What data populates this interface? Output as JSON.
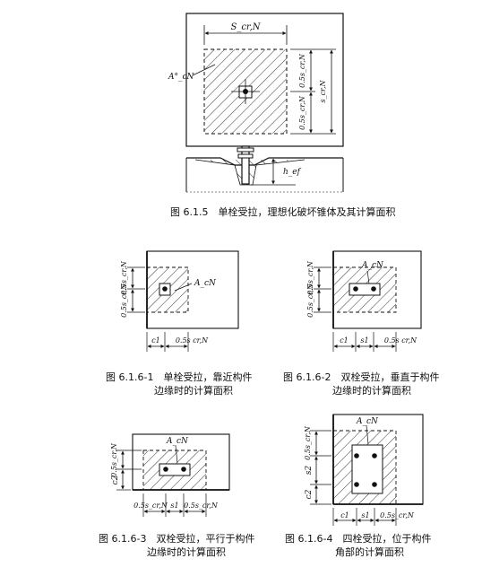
{
  "figure_main": {
    "caption": "图 6.1.5　单栓受拉，理想化破坏锥体及其计算面积",
    "label_scr": "S_cr,N",
    "label_area": "A°_cN",
    "label_half_top": "0.5s_cr,N",
    "label_half_bottom": "0.5s_cr,N",
    "label_full": "s_cr,N",
    "label_hef": "h_ef"
  },
  "figure_1": {
    "caption_line1": "图 6.1.6-1　单栓受拉，靠近构件",
    "caption_line2": "边缘时的计算面积",
    "label_area": "A_cN",
    "label_top": "0.5s_cr,N",
    "label_bottom": "0.5s_cr,N",
    "label_c1": "c1",
    "label_half": "0.5s cr,N"
  },
  "figure_2": {
    "caption_line1": "图 6.1.6-2　双栓受拉，垂直于构件",
    "caption_line2": "边缘时的计算面积",
    "label_area": "A_cN",
    "label_top": "0.5s_cr,N",
    "label_bottom": "0.5s_cr,N",
    "label_c1": "c1",
    "label_s1": "s1",
    "label_half": "0.5s cr,N"
  },
  "figure_3": {
    "caption_line1": "图 6.1.6-3　双栓受拉，平行于构件",
    "caption_line2": "边缘时的计算面积",
    "label_area": "A_cN",
    "label_top": "0.5s_cr,N",
    "label_c2": "c2",
    "label_left": "0.5s_cr,N",
    "label_s1": "s1",
    "label_right": "0.5s_cr,N"
  },
  "figure_4": {
    "caption_line1": "图 6.1.6-4　四栓受拉，位于构件",
    "caption_line2": "角部的计算面积",
    "label_area": "A_cN",
    "label_top": "0.5s_cr,N",
    "label_s2": "s2",
    "label_c2": "c2",
    "label_c1": "c1",
    "label_s1": "s1",
    "label_half": "0.5s_cr,N"
  }
}
